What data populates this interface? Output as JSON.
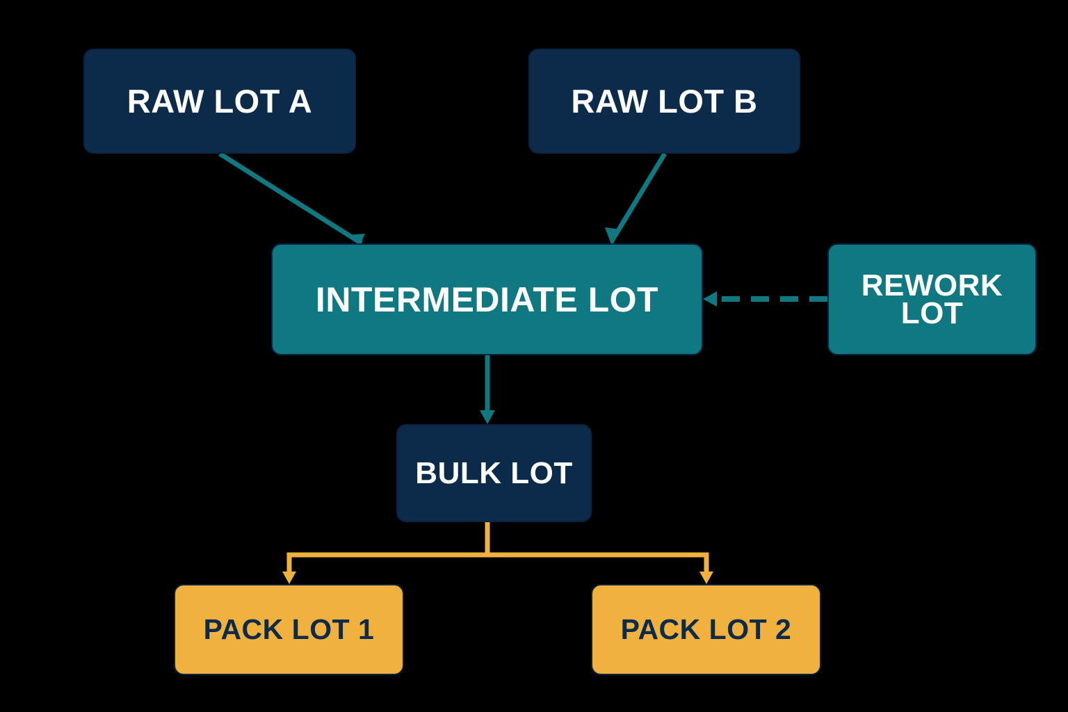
{
  "nodes": {
    "raw_lot_a": "RAW LOT A",
    "raw_lot_b": "RAW LOT B",
    "intermediate_lot": "INTERMEDIATE LOT",
    "rework_lot_line1": "REWORK",
    "rework_lot_line2": "LOT",
    "bulk_lot": "BULK LOT",
    "pack_lot_1": "PACK LOT 1",
    "pack_lot_2": "PACK LOT 2"
  },
  "edges": [
    {
      "from": "raw_lot_a",
      "to": "intermediate_lot",
      "style": "solid",
      "color": "#0f7880"
    },
    {
      "from": "raw_lot_b",
      "to": "intermediate_lot",
      "style": "solid",
      "color": "#0f7880"
    },
    {
      "from": "rework_lot",
      "to": "intermediate_lot",
      "style": "dashed",
      "color": "#0f7880"
    },
    {
      "from": "intermediate_lot",
      "to": "bulk_lot",
      "style": "solid",
      "color": "#0f7880"
    },
    {
      "from": "bulk_lot",
      "to": "pack_lot_1",
      "style": "solid",
      "color": "#f0b13e"
    },
    {
      "from": "bulk_lot",
      "to": "pack_lot_2",
      "style": "solid",
      "color": "#f0b13e"
    }
  ],
  "colors": {
    "background": "#000000",
    "navy": "#0c2a4a",
    "teal": "#0f7880",
    "gold": "#f0b13e",
    "white_text": "#ffffff"
  }
}
